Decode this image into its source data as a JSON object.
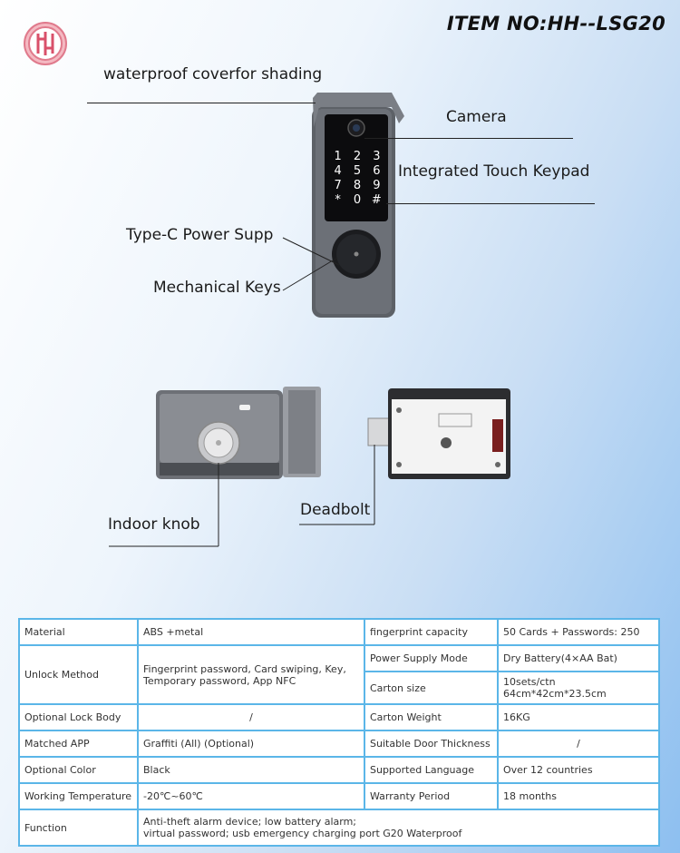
{
  "header": {
    "item_no": "ITEM NO:HH--LSG20"
  },
  "callouts": {
    "cover": "waterproof coverfor shading",
    "camera": "Camera",
    "keypad": "Integrated Touch Keypad",
    "typec": "Type-C Power Supp",
    "mech": "Mechanical Keys",
    "knob": "Indoor knob",
    "deadbolt": "Deadbolt"
  },
  "keypad": {
    "keys": [
      "1",
      "2",
      "3",
      "4",
      "5",
      "6",
      "7",
      "8",
      "9",
      "*",
      "0",
      "#"
    ]
  },
  "specs": {
    "material_label": "Material",
    "material_value": "ABS +metal",
    "fp_label": "fingerprint capacity",
    "fp_value": "50  Cards + Passwords: 250",
    "unlock_label": "Unlock Method",
    "unlock_value": "Fingerprint password, Card swiping, Key, Temporary password, App NFC",
    "power_label": "Power Supply Mode",
    "power_value": "Dry Battery(4×AA Bat)",
    "carton_label": "Carton size",
    "carton_value": "10sets/ctn 64cm*42cm*23.5cm",
    "lockbody_label": "Optional Lock Body",
    "lockbody_value": "/",
    "weight_label": "Carton Weight",
    "weight_value": "16KG",
    "app_label": "Matched APP",
    "app_value": "Graffiti (All) (Optional)",
    "door_label": "Suitable Door Thickness",
    "door_value": "/",
    "color_label": "Optional Color",
    "color_value": "Black",
    "lang_label": "Supported Language",
    "lang_value": "Over 12 countries",
    "temp_label": "Working Temperature",
    "temp_value": "-20℃~60℃",
    "warranty_label": "Warranty Period",
    "warranty_value": "18 months",
    "function_label": "Function",
    "function_line1": "Anti-theft alarm device; low battery alarm;",
    "function_line2": "virtual password; usb emergency charging port   G20 Waterproof"
  }
}
